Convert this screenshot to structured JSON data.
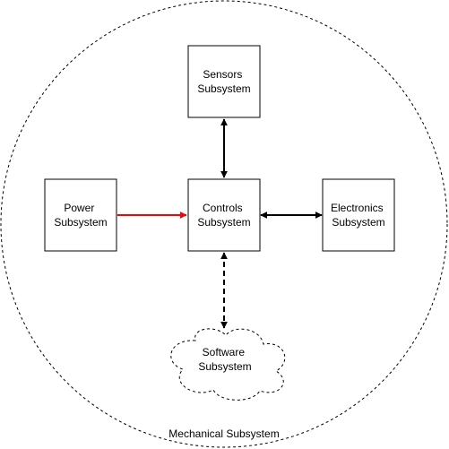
{
  "diagram": {
    "container_label": "Mechanical Subsystem",
    "nodes": [
      {
        "id": "sensors",
        "line1": "Sensors",
        "line2": "Subsystem",
        "shape": "rectangle"
      },
      {
        "id": "power",
        "line1": "Power",
        "line2": "Subsystem",
        "shape": "rectangle"
      },
      {
        "id": "controls",
        "line1": "Controls",
        "line2": "Subsystem",
        "shape": "rectangle"
      },
      {
        "id": "electronics",
        "line1": "Electronics",
        "line2": "Subsystem",
        "shape": "rectangle"
      },
      {
        "id": "software",
        "line1": "Software",
        "line2": "Subsystem",
        "shape": "cloud-dashed"
      }
    ],
    "edges": [
      {
        "from": "sensors",
        "to": "controls",
        "direction": "bidirectional",
        "style": "solid",
        "color": "#000000"
      },
      {
        "from": "power",
        "to": "controls",
        "direction": "forward",
        "style": "solid",
        "color": "#ff0000"
      },
      {
        "from": "controls",
        "to": "electronics",
        "direction": "bidirectional",
        "style": "solid",
        "color": "#000000"
      },
      {
        "from": "controls",
        "to": "software",
        "direction": "bidirectional",
        "style": "dashed",
        "color": "#000000"
      }
    ]
  }
}
